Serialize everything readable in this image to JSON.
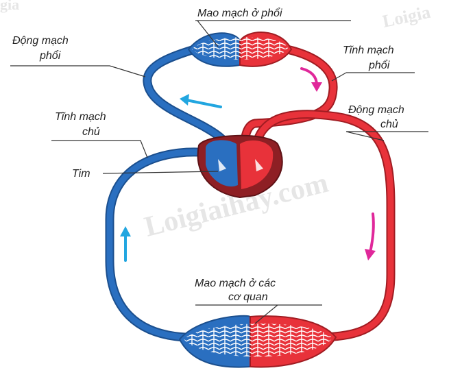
{
  "labels": {
    "pulmonary_capillaries": "Mao mạch ở phổi",
    "pulmonary_artery_line1": "Động mạch",
    "pulmonary_artery_line2": "phổi",
    "pulmonary_vein_line1": "Tĩnh mạch",
    "pulmonary_vein_line2": "phổi",
    "aorta_line1": "Động mạch",
    "aorta_line2": "chủ",
    "vena_cava_line1": "Tĩnh mạch",
    "vena_cava_line2": "chủ",
    "heart": "Tim",
    "organ_capillaries_line1": "Mao mạch ở các",
    "organ_capillaries_line2": "cơ quan"
  },
  "watermark": {
    "main": "Loigiaihay.com",
    "top_left": "gia",
    "top_right": "Loigia"
  },
  "colors": {
    "oxygen_poor_blood": "#2a6fc0",
    "oxygen_rich_blood": "#e8323a",
    "heart_wall": "#8e1f24",
    "arrow_blue": "#22a6e0",
    "arrow_magenta": "#e0289a"
  }
}
